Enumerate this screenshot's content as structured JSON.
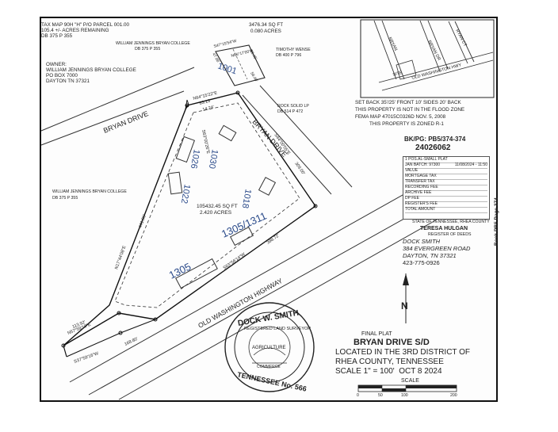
{
  "header": {
    "tax_map_line": "TAX MAP 90H \"H\" P/O PARCEL 001.00",
    "acres_remaining": "105.4 +/- ACRES REMAINING",
    "deed_book": "DB 375 P 355"
  },
  "owner": {
    "label": "OWNER:",
    "name": "WILLIAM JENNINGS BRYAN COLLEGE",
    "po_box": "PO BOX 7000",
    "city": "DAYTON TN 37321"
  },
  "neighbors": {
    "college_top": "WILLIAM JENNINGS BRYAN COLLEGE",
    "college_top_db": "DB 375 P 355",
    "sqft_top": "3476.34 SQ FT",
    "acres_top": "0.080 ACRES",
    "timothy": "TIMOTHY WENSE",
    "timothy_db": "DB 400 P 796",
    "rock_solid": "ROCK SOLID LP",
    "rock_solid_db": "DB 514 P 472",
    "college_left": "WILLIAM JENNINGS BRYAN COLLEGE",
    "college_left_db": "DB 375 P 355"
  },
  "notes": {
    "setback": "SET BACK 35'/25' FRONT 10' SIDES 20' BACK",
    "flood": "THIS PROPERTY IS NOT IN THE FLOOD ZONE",
    "fema": "FEMA MAP 47015C0326D NOV. 5, 2008",
    "zoning": "THIS PROPERTY IS ZONED R-1"
  },
  "vicinity": {
    "bryan": "BRYAN",
    "bryan_dr": "BRYAN DR",
    "ryan_ct": "RYAN CT",
    "site": "SITE",
    "old_hwy": "OLD WASHINGTON HWY"
  },
  "record": {
    "bk_pg": "BK/PG: PB5/374-374",
    "number": "24026062",
    "plat_type": "1 POS.AL-SMALL PLAT",
    "batch": "JAN BATCH: 97300",
    "date": "11/08/2024 - 11:50",
    "rows": [
      "VALUE",
      "MORTGAGE TAX",
      "TRANSFER TAX",
      "RECORDING FEE",
      "ARCHIVE FEE",
      "DP FEE",
      "REGISTER'S FEE",
      "TOTAL AMOUNT"
    ],
    "state": "STATE OF TENNESSEE, RHEA COUNTY",
    "register": "TERESA HULGAN",
    "register_title": "REGISTER OF DEEDS",
    "side": "Book PB5 Page 374"
  },
  "surveyor": {
    "name": "DOCK SMITH",
    "address": "384 EVERGREEN ROAD",
    "city": "DAYTON, TN 37321",
    "phone": "423-775-0926"
  },
  "title_block": {
    "final": "FINAL PLAT",
    "name": "BRYAN DRIVE S/D",
    "located": "LOCATED IN THE 3RD DISTRICT OF",
    "county": "RHEA COUNTY, TENNESSEE",
    "scale": "SCALE 1\" = 100'  OCT 8 2024",
    "scale_label": "SCALE",
    "scale_ticks": [
      "0",
      "50",
      "100",
      "200"
    ]
  },
  "seal": {
    "top": "DOCK W. SMITH",
    "ring": "REGISTERED LAND SURVEYOR",
    "middle": "AGRICULTURE",
    "commerce": "COMMERCE",
    "bottom": "TENNESSEE No. 566"
  },
  "map": {
    "road_bryan_upper": "BRYAN DRIVE",
    "road_bryan_right": "BRYAN DRIVE",
    "road_hwy": "OLD WASHINGTON HIGHWAY",
    "bearing_top": "N64°15'22\"E",
    "dist_top": "63.13'",
    "dist_top2": "14.24'",
    "bearing_right": "S44°00'05\"E",
    "dist_right": "309.00'",
    "bearing_inner": "S63°00'26\"E",
    "bearing_left": "N17°44'08\"E",
    "dist_left": "441.06'",
    "bearing_bottom": "S63°56'14\"W",
    "dist_bottom": "398.72'",
    "dist_bottom2": "168.80'",
    "bearing_sw": "S37°59'16\"W",
    "bearing_lower_left": "N57°59'18\"E",
    "dist_lower_left": "113.92'",
    "bearing_small1": "S47°15'54\"W",
    "bearing_small2": "N66°17'00\"E",
    "dist_small": "63.45'",
    "dist_small2": "47.06'",
    "dist_small3": "58.40'",
    "area_sqft": "105432.45 SQ FT",
    "area_acres": "2.420 ACRES",
    "lot_1030": "1030",
    "lot_1026": "1026",
    "lot_1022": "1022",
    "lot_1018": "1018",
    "lot_1305_1311": "1305/1311",
    "lot_1305": "1305",
    "lot_1001": "1001"
  }
}
